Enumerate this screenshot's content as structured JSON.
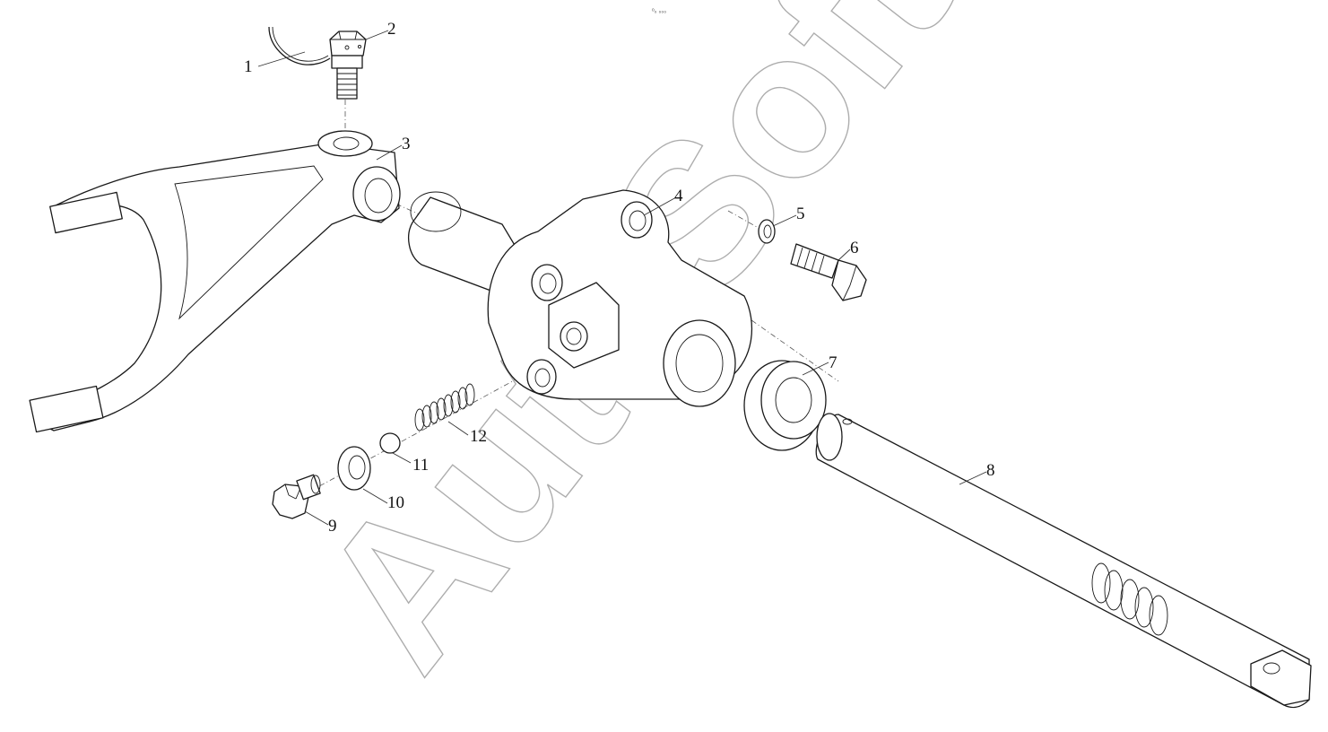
{
  "header_mark": "ᵒ₀ ₀₀₀",
  "watermark": "AutoSoft",
  "callouts": [
    {
      "number": "1",
      "part": "retaining-ring"
    },
    {
      "number": "2",
      "part": "grease-fitting"
    },
    {
      "number": "3",
      "part": "shift-fork"
    },
    {
      "number": "4",
      "part": "housing"
    },
    {
      "number": "5",
      "part": "lock-washer"
    },
    {
      "number": "6",
      "part": "bolt"
    },
    {
      "number": "7",
      "part": "bushing"
    },
    {
      "number": "8",
      "part": "shaft"
    },
    {
      "number": "9",
      "part": "plug"
    },
    {
      "number": "10",
      "part": "washer"
    },
    {
      "number": "11",
      "part": "ball"
    },
    {
      "number": "12",
      "part": "spring"
    }
  ]
}
